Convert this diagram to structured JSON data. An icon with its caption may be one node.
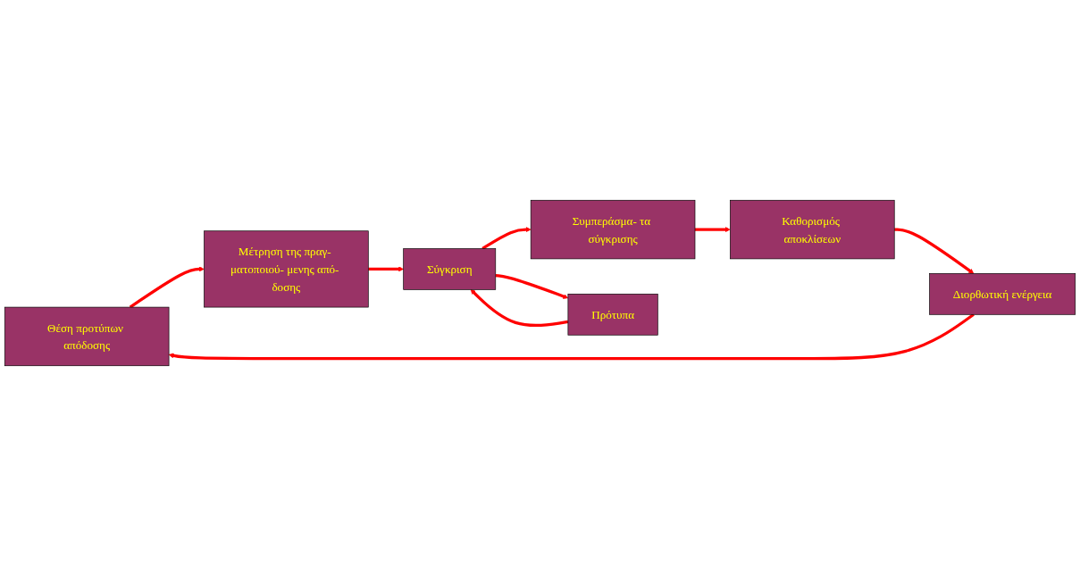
{
  "diagram": {
    "nodes": [
      {
        "text": [
          "Θέση προτύπων απόδοσης"
        ]
      },
      {
        "text": [
          "Μέτρηση της πραγ- ματοποιού- μενης από- δοσης"
        ]
      },
      {
        "text": [
          "Σύγκριση"
        ]
      },
      {
        "text": [
          "Συμπεράσμα- τα σύγκρισης"
        ]
      },
      {
        "text": [
          "Καθορισμός αποκλίσεων"
        ]
      },
      {
        "text": [
          "Πρότυπα"
        ]
      },
      {
        "text": [
          "Διορθωτική ενέργεια"
        ]
      }
    ],
    "edges": [
      {
        "from": 0,
        "to": 1,
        "arrow": "to"
      },
      {
        "from": 1,
        "to": 2,
        "arrow": "to"
      },
      {
        "from": 2,
        "to": 3,
        "arrow": "to"
      },
      {
        "from": 3,
        "to": 4,
        "arrow": "to"
      },
      {
        "from": 2,
        "to": 5,
        "arrow": "to"
      },
      {
        "from": 5,
        "to": 2,
        "arrow": "to"
      },
      {
        "from": 4,
        "to": 6,
        "arrow": "to"
      },
      {
        "from": 6,
        "to": 0,
        "arrow": "to"
      }
    ]
  }
}
